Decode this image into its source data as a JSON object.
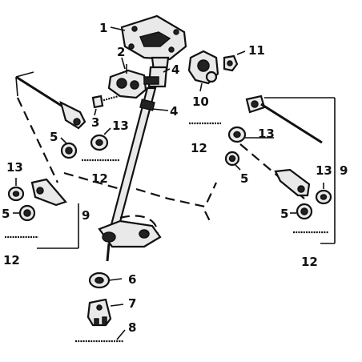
{
  "callouts": {
    "c1": "1",
    "c2": "2",
    "c3": "3",
    "c4a": "4",
    "c4b": "4",
    "c5a": "5",
    "c5b": "5",
    "c5c": "5",
    "c5d": "5",
    "c6": "6",
    "c7": "7",
    "c8": "8",
    "c9a": "9",
    "c9b": "9",
    "c10": "10",
    "c11": "11",
    "c12a": "12",
    "c12b": "12",
    "c12c": "12",
    "c12d": "12",
    "c13a": "13",
    "c13b": "13",
    "c13c": "13",
    "c13d": "13"
  }
}
